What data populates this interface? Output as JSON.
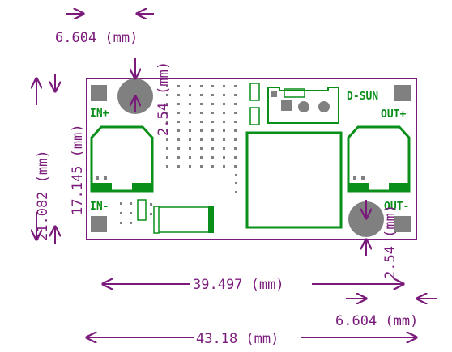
{
  "dimensions": {
    "top_hole_spacing": "6.604 (mm)",
    "left_hole_vertical": "2.54 (mm)",
    "board_height": "21.082 (mm)",
    "board_inner_height": "17.145 (mm)",
    "hole_span_width": "39.497 (mm)",
    "right_hole_spacing": "6.604 (mm)",
    "right_hole_vertical": "2.54 (mm)",
    "board_width": "43.18 (mm)"
  },
  "board": {
    "brand": "D-SUN",
    "in_plus": "IN+",
    "in_minus": "IN-",
    "out_plus": "OUT+",
    "out_minus": "OUT-"
  },
  "colors": {
    "dimension": "#7a1a7a",
    "silkscreen": "#0a8f1a",
    "pad": "#808080",
    "board_outline": "#7a1a7a"
  }
}
